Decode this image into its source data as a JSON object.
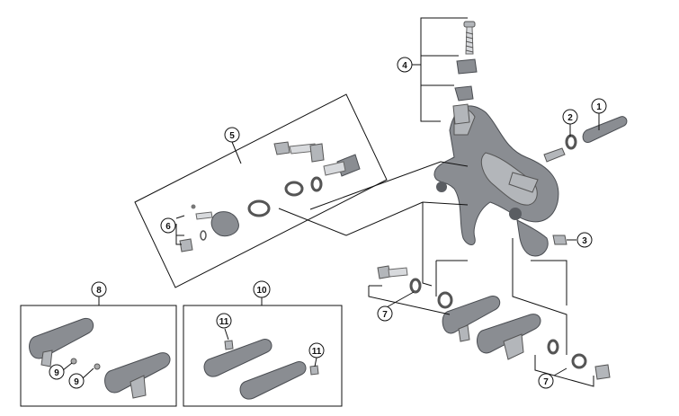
{
  "diagram": {
    "callouts": [
      {
        "id": "c1",
        "label": "1"
      },
      {
        "id": "c2",
        "label": "2"
      },
      {
        "id": "c3",
        "label": "3"
      },
      {
        "id": "c4",
        "label": "4"
      },
      {
        "id": "c5",
        "label": "5"
      },
      {
        "id": "c6",
        "label": "6"
      },
      {
        "id": "c7a",
        "label": "7"
      },
      {
        "id": "c7b",
        "label": "7"
      },
      {
        "id": "c8",
        "label": "8"
      },
      {
        "id": "c9a",
        "label": "9"
      },
      {
        "id": "c9b",
        "label": "9"
      },
      {
        "id": "c10",
        "label": "10"
      },
      {
        "id": "c11a",
        "label": "11"
      },
      {
        "id": "c11b",
        "label": "11"
      }
    ]
  },
  "colors": {
    "part_fill": "#8a8d92",
    "part_light": "#d8dadd",
    "line": "#111111"
  }
}
